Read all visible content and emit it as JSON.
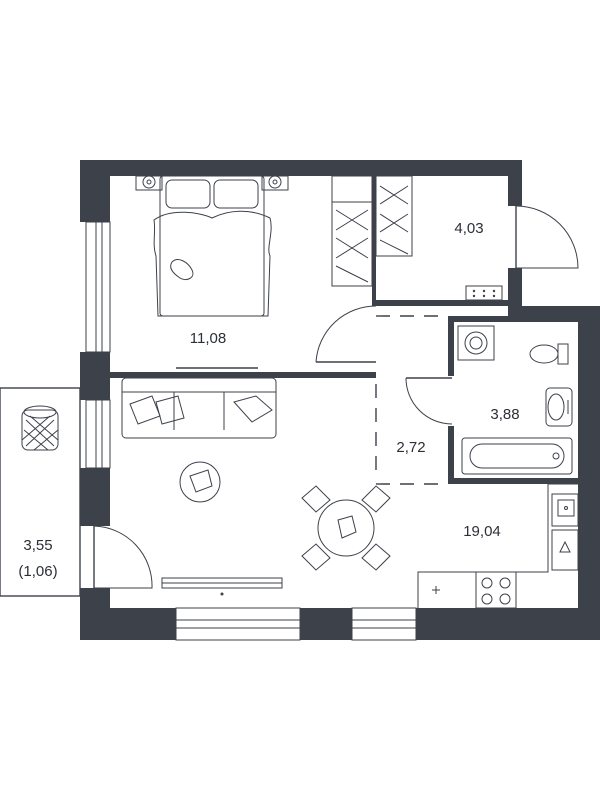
{
  "plan": {
    "wall_color": "#3d414a",
    "background": "#ffffff",
    "rooms": {
      "bedroom": {
        "area": "11,08"
      },
      "closet": {
        "area": "4,03"
      },
      "bathroom": {
        "area": "3,88"
      },
      "hall": {
        "area": "2,72"
      },
      "living_kitchen": {
        "area": "19,04"
      },
      "balcony": {
        "area": "3,55",
        "area_reduced": "(1,06)"
      }
    },
    "icons": [
      "double-bed-icon",
      "nightstand-icon",
      "wardrobe-icon",
      "washing-machine-icon",
      "toilet-icon",
      "sink-icon",
      "bathtub-icon",
      "sofa-icon",
      "coffee-table-icon",
      "dining-table-icon",
      "chair-icon",
      "tv-stand-icon",
      "stove-icon",
      "kitchen-sink-icon",
      "fridge-icon",
      "laundry-basket-icon",
      "door-icon",
      "window-icon"
    ]
  }
}
